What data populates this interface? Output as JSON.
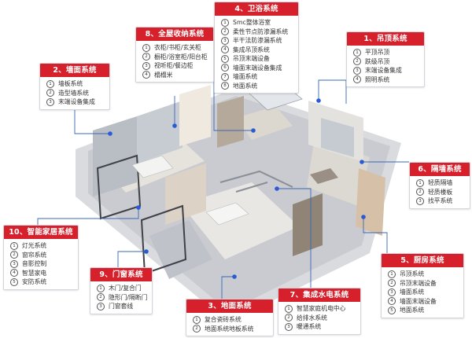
{
  "colors": {
    "accent": "#d6202c",
    "connector": "#3a67b6",
    "pin": "#2a5bd7"
  },
  "sections": [
    {
      "id": "s1",
      "title": "1、吊顶系统",
      "items": [
        "平顶吊顶",
        "跌级吊顶",
        "末端设备集成",
        "照明系统"
      ]
    },
    {
      "id": "s2",
      "title": "2、墙面系统",
      "items": [
        "墙板系统",
        "造型墙系统",
        "末端设备集成"
      ]
    },
    {
      "id": "s3",
      "title": "3、地面系统",
      "items": [
        "复合瓷砖系统",
        "地面系统地板系统"
      ]
    },
    {
      "id": "s4",
      "title": "4、卫浴系统",
      "items": [
        "Smc整体浴室",
        "柔性节点防渗漏系统",
        "半干法防渗漏系统",
        "集成吊顶系统",
        "吊顶末端设备",
        "墙面末端设备集成",
        "墙面系统",
        "地面系统"
      ]
    },
    {
      "id": "s5",
      "title": "5、厨房系统",
      "items": [
        "吊顶系统",
        "吊顶末端设备",
        "墙面系统",
        "墙面末端设备",
        "地面系统"
      ]
    },
    {
      "id": "s6",
      "title": "6、隔墙系统",
      "items": [
        "轻质隔墙",
        "轻质楼板",
        "找平系统"
      ]
    },
    {
      "id": "s7",
      "title": "7、集成水电系统",
      "items": [
        "智慧家庭机电中心",
        "给排水系统",
        "暖通系统"
      ]
    },
    {
      "id": "s8",
      "title": "8、全屋收纳系统",
      "items": [
        "衣柜/书柜/玄关柜",
        "橱柜/浴室柜/阳台柜",
        "视听柜/餐边柜",
        "榻榻米"
      ]
    },
    {
      "id": "s9",
      "title": "9、门窗系统",
      "items": [
        "木门/复合门",
        "隐形门/隔断门",
        "门窗套线"
      ]
    },
    {
      "id": "s10",
      "title": "10、智能家居系统",
      "items": [
        "灯光系统",
        "窗帘系统",
        "音影控制",
        "智慧家电",
        "安防系统"
      ]
    }
  ],
  "numerals": [
    "①",
    "②",
    "③",
    "④",
    "⑤",
    "⑥",
    "⑦",
    "⑧"
  ]
}
